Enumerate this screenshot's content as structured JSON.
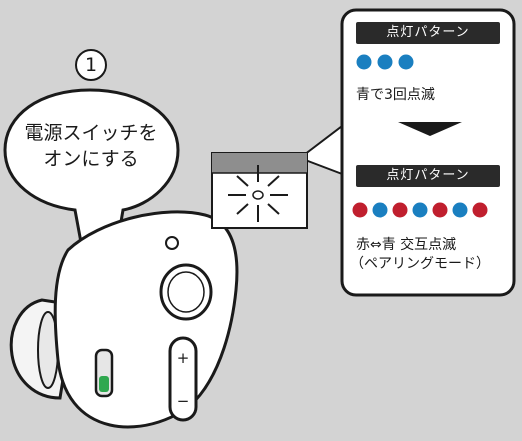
{
  "step": {
    "number": "1",
    "label_line1": "電源スイッチを",
    "label_line2": "オンにする"
  },
  "panel": {
    "before": {
      "header": "点灯パターン",
      "dots": [
        "#1a7fc0",
        "#1a7fc0",
        "#1a7fc0"
      ],
      "description": "青で3回点滅"
    },
    "after": {
      "header": "点灯パターン",
      "dots": [
        "#c01f2e",
        "#1a7fc0",
        "#c01f2e",
        "#1a7fc0",
        "#c01f2e",
        "#1a7fc0",
        "#c01f2e"
      ],
      "description_line1": "赤⇔青 交互点滅",
      "description_line2": "（ペアリングモード）"
    }
  },
  "device": {
    "switch_color": "#2fa84f",
    "plus_symbol": "+",
    "minus_symbol": "−"
  }
}
